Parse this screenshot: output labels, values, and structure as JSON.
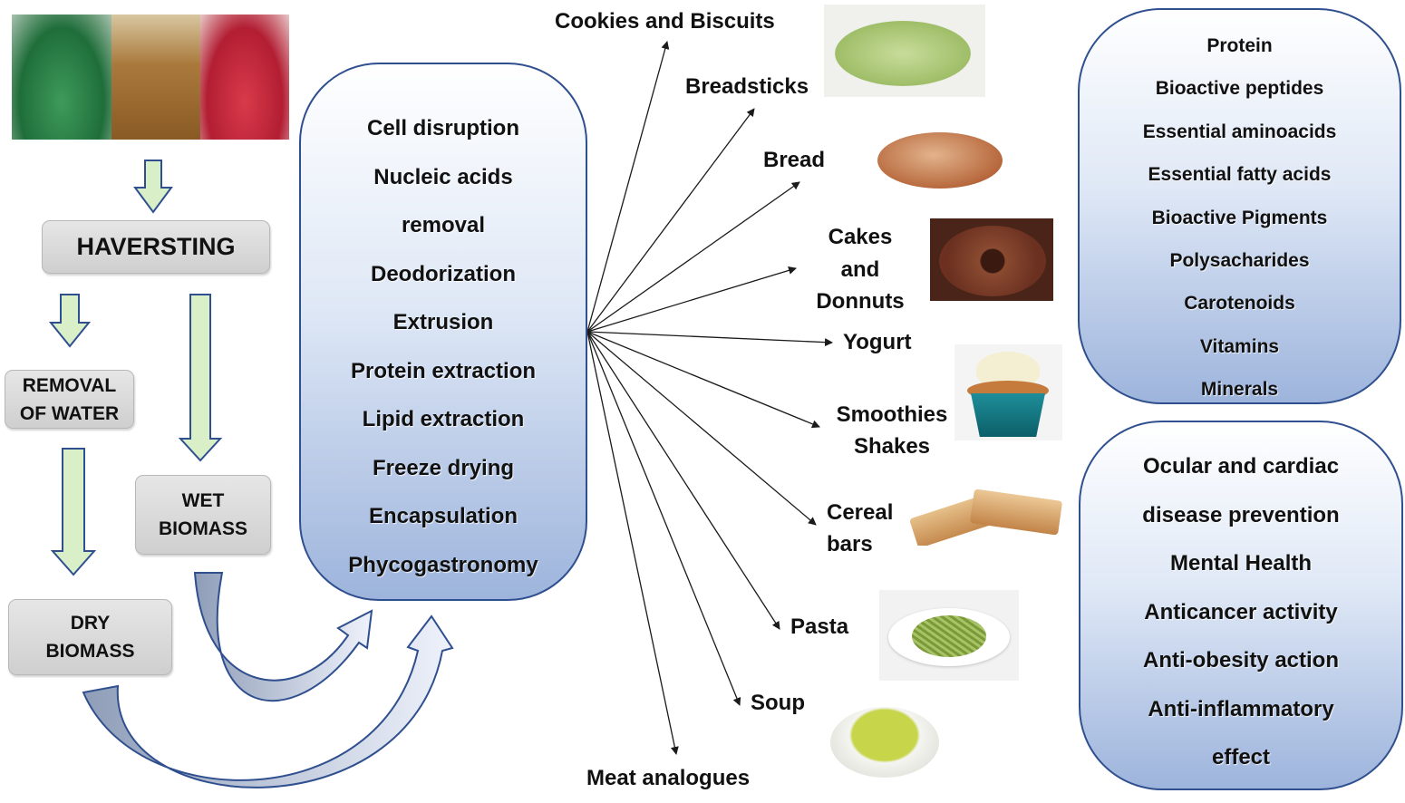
{
  "harvesting_label": "HAVERSTING",
  "removal_water": [
    "REMOVAL",
    "OF WATER"
  ],
  "wet_biomass": [
    "WET",
    "BIOMASS"
  ],
  "dry_biomass": [
    "DRY",
    "BIOMASS"
  ],
  "processes": [
    "Cell disruption",
    "Nucleic acids",
    "removal",
    "Deodorization",
    "Extrusion",
    "Protein extraction",
    "Lipid extraction",
    "Freeze drying",
    "Encapsulation",
    "Phycogastronomy"
  ],
  "products": {
    "cookies": "Cookies and Biscuits",
    "breadsticks": "Breadsticks",
    "bread": "Bread",
    "cakes": [
      "Cakes",
      "and",
      "Donnuts"
    ],
    "yogurt": "Yogurt",
    "smoothies": [
      "Smoothies",
      "Shakes"
    ],
    "cereal": [
      "Cereal",
      "bars"
    ],
    "pasta": "Pasta",
    "soup": "Soup",
    "meat": "Meat analogues"
  },
  "nutrients": [
    "Protein",
    "Bioactive peptides",
    "Essential aminoacids",
    "Essential fatty acids",
    "Bioactive Pigments",
    "Polysacharides",
    "Carotenoids",
    "Vitamins",
    "Minerals"
  ],
  "health_benefits": [
    "Ocular and cardiac",
    "disease prevention",
    "Mental Health",
    "Anticancer activity",
    "Anti-obesity action",
    "Anti-inflammatory",
    "effect"
  ],
  "colors": {
    "pill_border": "#2f4f8f",
    "pill_fill": "#9db4dc",
    "arrow_fill": "#d9efc7",
    "arrow_stroke": "#2f4f8f",
    "box_fill": "#d9d9d9"
  }
}
